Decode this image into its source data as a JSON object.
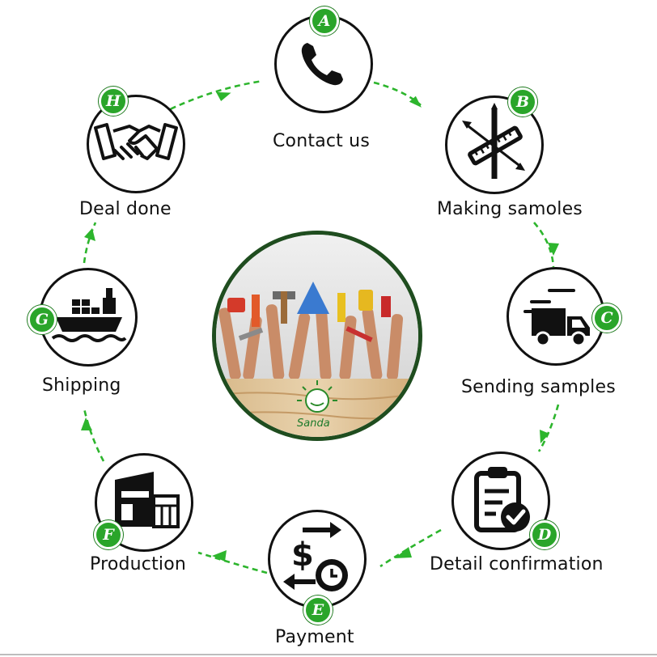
{
  "steps": [
    {
      "id": "a",
      "letter": "A",
      "label": "Contact us",
      "icon": "phone-icon"
    },
    {
      "id": "b",
      "letter": "B",
      "label": "Making samoles",
      "icon": "ruler-pencil-icon"
    },
    {
      "id": "c",
      "letter": "C",
      "label": "Sending samples",
      "icon": "delivery-truck-icon"
    },
    {
      "id": "d",
      "letter": "D",
      "label": "Detail confirmation",
      "icon": "clipboard-check-icon"
    },
    {
      "id": "e",
      "letter": "E",
      "label": "Payment",
      "icon": "dollar-exchange-clock-icon"
    },
    {
      "id": "f",
      "letter": "F",
      "label": "Production",
      "icon": "factory-building-icon"
    },
    {
      "id": "g",
      "letter": "G",
      "label": "Shipping",
      "icon": "cargo-ship-icon"
    },
    {
      "id": "h",
      "letter": "H",
      "label": "Deal done",
      "icon": "handshake-icon"
    }
  ],
  "center": {
    "logo_text": "Sanda",
    "image": "hands-holding-tools-image",
    "logo_icon": "sanda-sun-logo-icon"
  },
  "colors": {
    "accent_green": "#2aa52a",
    "connector_green": "#2db52d",
    "ring_dark_green": "#1f4d1f",
    "outline": "#111111"
  }
}
